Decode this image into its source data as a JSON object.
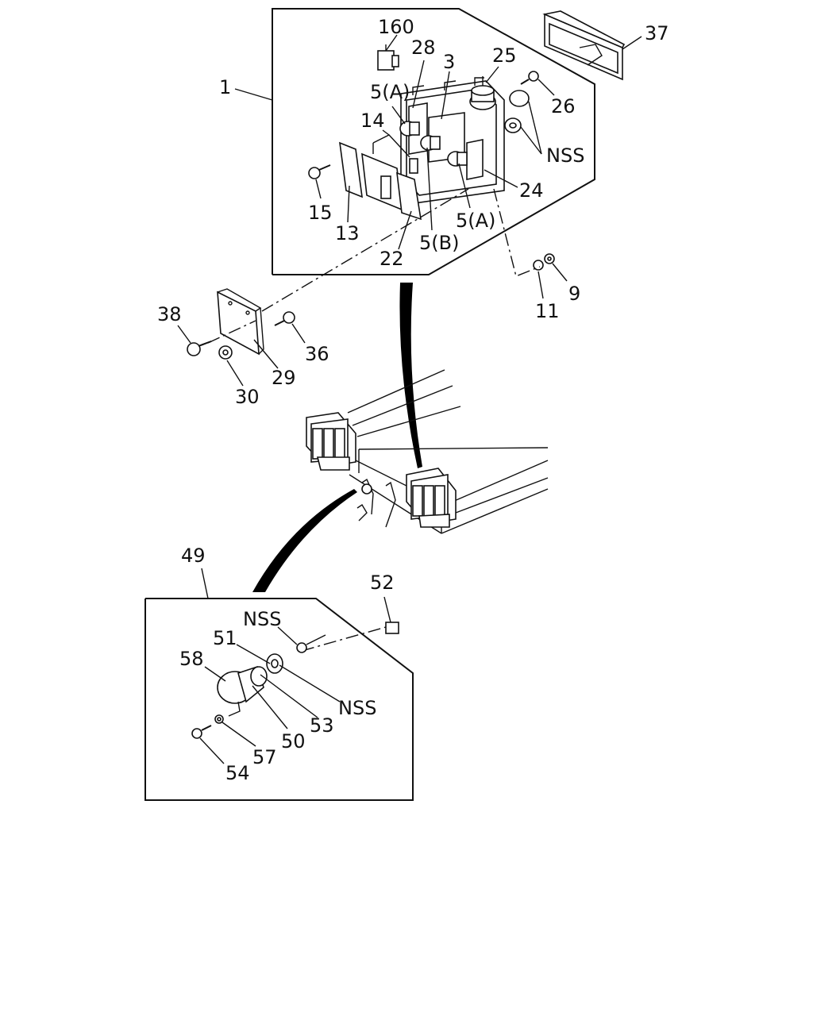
{
  "callouts": {
    "c1": "1",
    "c160": "160",
    "c28": "28",
    "c3": "3",
    "c25": "25",
    "c37": "37",
    "c26": "26",
    "c5a_top": "5(A)",
    "c14": "14",
    "c_nss_top": "NSS",
    "c24": "24",
    "c15": "15",
    "c13": "13",
    "c22": "22",
    "c5b": "5(B)",
    "c5a_bot": "5(A)",
    "c9": "9",
    "c11": "11",
    "c38": "38",
    "c36": "36",
    "c29": "29",
    "c30": "30",
    "c49": "49",
    "c52": "52",
    "c_nss_mid": "NSS",
    "c51": "51",
    "c58": "58",
    "c_nss_low": "NSS",
    "c53": "53",
    "c50": "50",
    "c57": "57",
    "c54": "54"
  }
}
